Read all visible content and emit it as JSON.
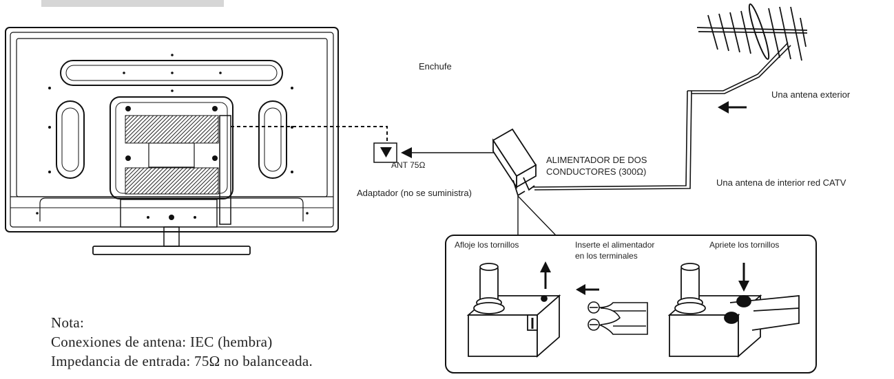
{
  "labels": {
    "enchufe": "Enchufe",
    "antena_exterior": "Una antena exterior",
    "ant75": "ANT 75Ω",
    "alimentador": [
      "ALIMENTADOR DE DOS",
      "CONDUCTORES (300Ω)"
    ],
    "antena_interior": "Una antena de interior red CATV",
    "adaptador": "Adaptador (no se suministra)",
    "afloje": "Afloje los tornillos",
    "inserte": [
      "Inserte el alimentador",
      "en los terminales"
    ],
    "apriete": "Apriete los tornillos"
  },
  "note": {
    "title": "Nota:",
    "line1": "Conexiones de antena: IEC (hembra)",
    "line2": "Impedancia de entrada: 75Ω no balanceada."
  }
}
